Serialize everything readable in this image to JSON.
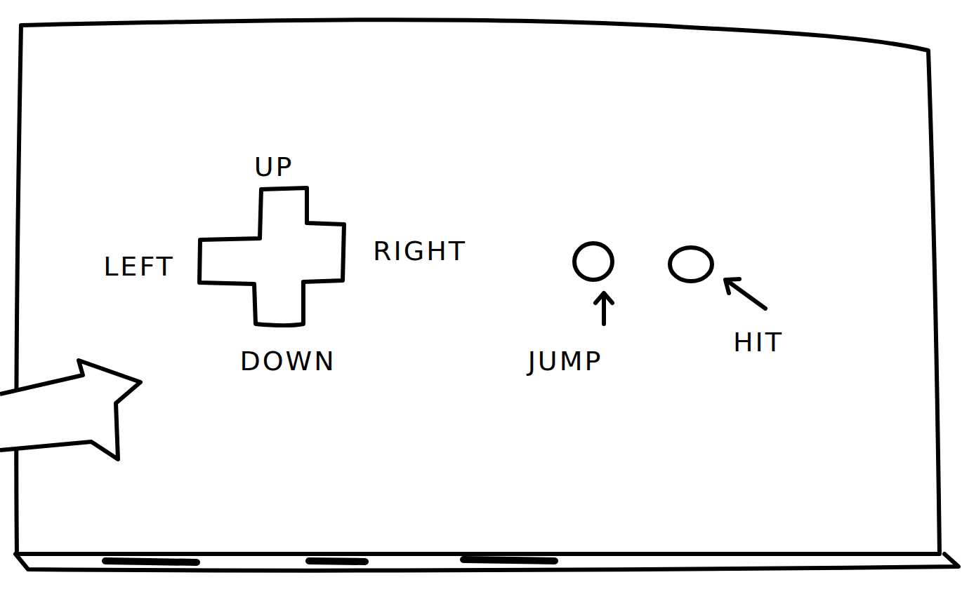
{
  "diagram": {
    "labels": [
      "UP",
      "LEFT",
      "RIGHT",
      "DOWN",
      "JUMP",
      "HIT"
    ]
  }
}
